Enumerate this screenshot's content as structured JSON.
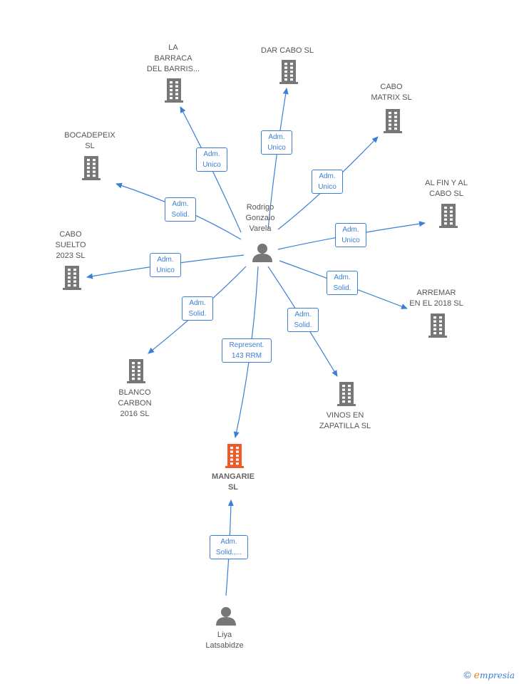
{
  "colors": {
    "edge": "#3a7fd5",
    "company": "#777777",
    "focus_company": "#f05a28",
    "person": "#777777"
  },
  "people": [
    {
      "name": "Rodrigo\nGonzalo\nVarela",
      "icon": "person-icon"
    },
    {
      "name": "Liya\nLatsabidze",
      "icon": "person-icon"
    }
  ],
  "companies": [
    {
      "name": "LA\nBARRACA\nDEL BARRIS...",
      "icon": "building-icon"
    },
    {
      "name": "DAR CABO  SL",
      "icon": "building-icon"
    },
    {
      "name": "CABO\nMATRIX  SL",
      "icon": "building-icon"
    },
    {
      "name": "BOCADEPEIX\nSL",
      "icon": "building-icon"
    },
    {
      "name": "AL FIN Y AL\nCABO  SL",
      "icon": "building-icon"
    },
    {
      "name": "CABO\nSUELTO\n2023  SL",
      "icon": "building-icon"
    },
    {
      "name": "ARREMAR\nEN EL 2018  SL",
      "icon": "building-icon"
    },
    {
      "name": "BLANCO\nCARBON\n2016  SL",
      "icon": "building-icon"
    },
    {
      "name": "VINOS EN\nZAPATILLA  SL",
      "icon": "building-icon"
    },
    {
      "name": "MANGARIE\nSL",
      "icon": "building-icon",
      "focus": true
    }
  ],
  "relations": [
    {
      "label": "Adm.\nUnico"
    },
    {
      "label": "Adm.\nUnico"
    },
    {
      "label": "Adm.\nUnico"
    },
    {
      "label": "Adm.\nSolid."
    },
    {
      "label": "Adm.\nUnico"
    },
    {
      "label": "Adm.\nUnico"
    },
    {
      "label": "Adm.\nSolid."
    },
    {
      "label": "Adm.\nSolid."
    },
    {
      "label": "Adm.\nSolid."
    },
    {
      "label": "Represent.\n143 RRM"
    },
    {
      "label": "Adm.\nSolid.,..."
    }
  ],
  "brand": {
    "symbol": "©",
    "first": "e",
    "rest": "mpresia"
  }
}
